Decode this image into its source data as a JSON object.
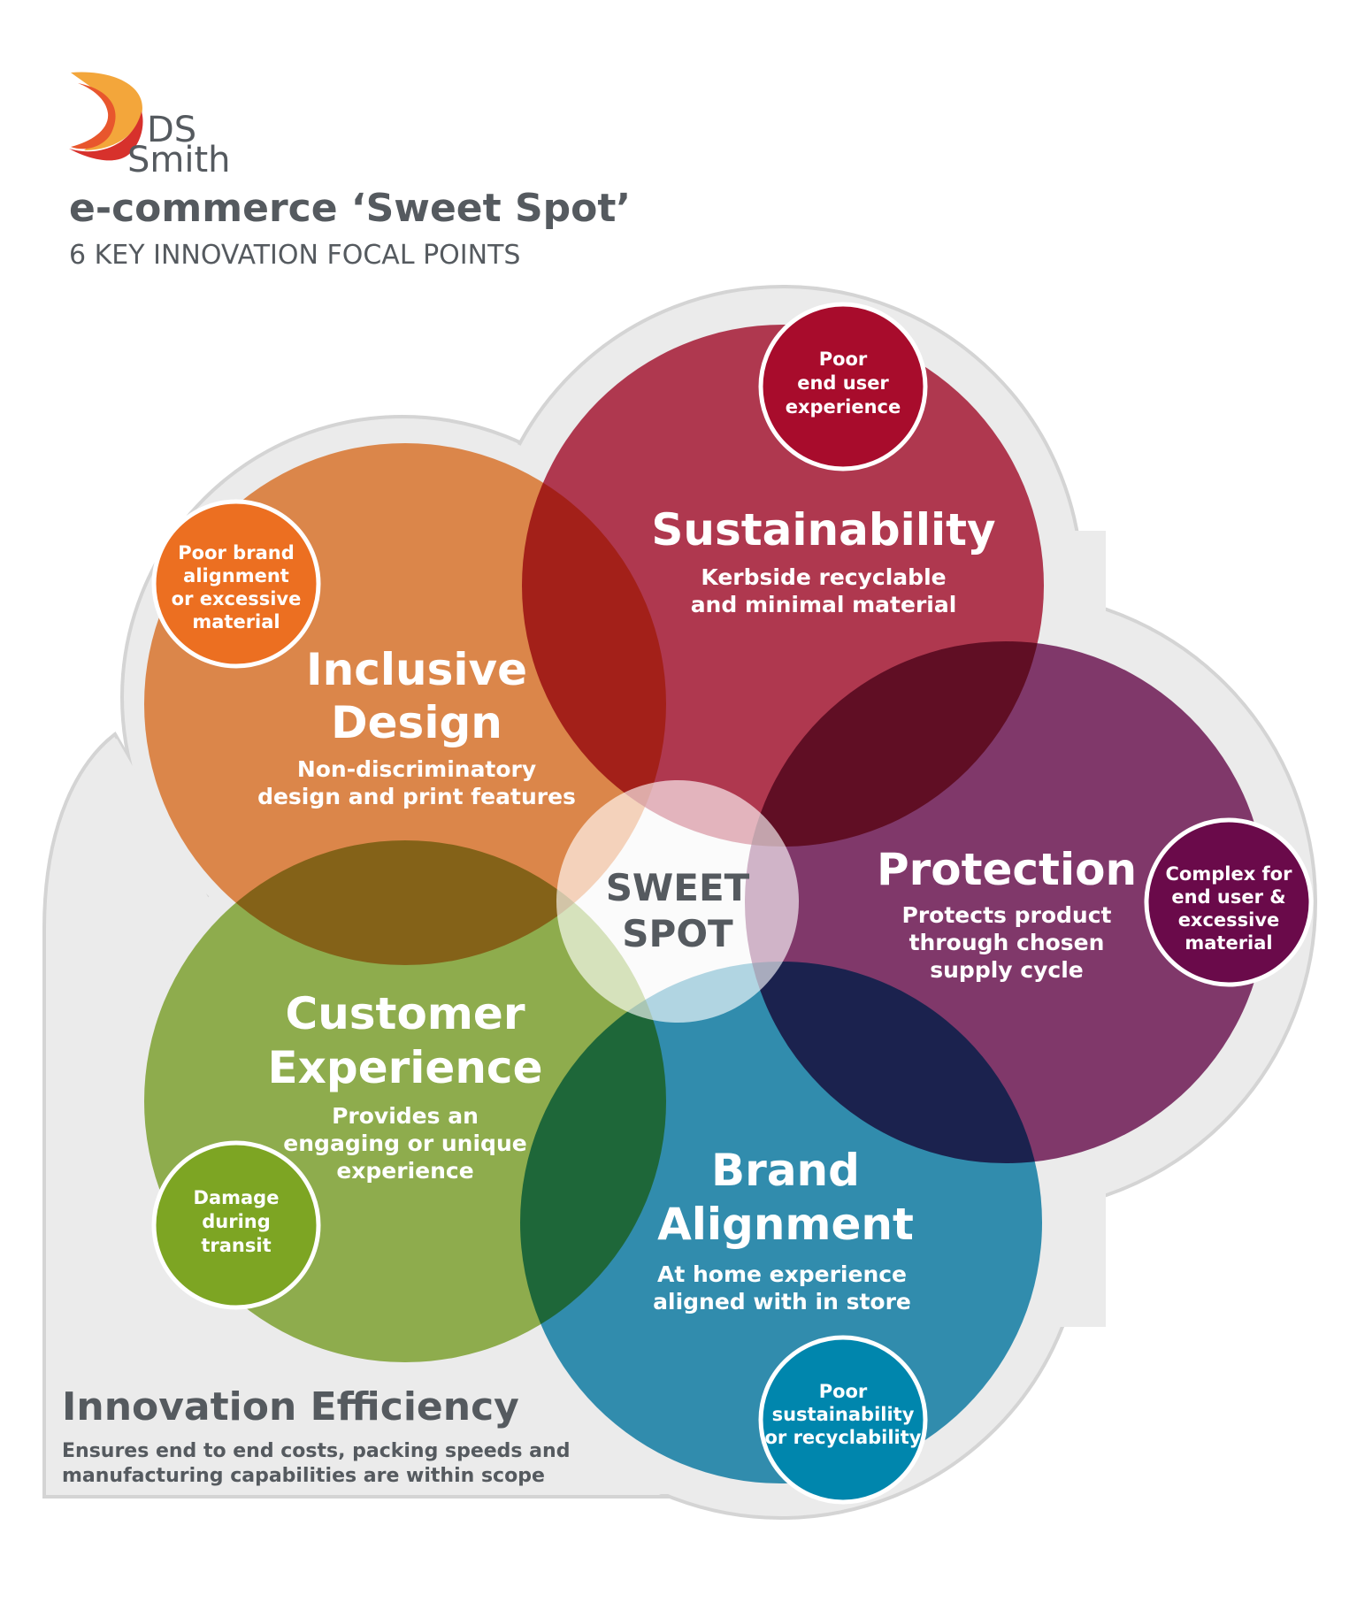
{
  "brand": {
    "name_line1": "DS",
    "name_line2": "Smith",
    "title": "e-commerce ‘Sweet Spot’",
    "subtitle": "6 KEY INNOVATION FOCAL POINTS"
  },
  "colors": {
    "inclusive": "#ec8238",
    "sustainability": "#b5223f",
    "protection": "#7b2260",
    "customer": "#8cb23b",
    "brand_alignment": "#1f8db5",
    "background": "#ebebeb",
    "text_grey": "#555a5f"
  },
  "focal_points": {
    "inclusive": {
      "title1": "Inclusive",
      "title2": "Design",
      "desc1": "Non-discriminatory",
      "desc2": "design and print features",
      "badge": [
        "Poor brand",
        "alignment",
        "or excessive",
        "material"
      ]
    },
    "sustainability": {
      "title1": "Sustainability",
      "desc1": "Kerbside recyclable",
      "desc2": "and minimal material",
      "badge": [
        "Poor",
        "end user",
        "experience"
      ]
    },
    "protection": {
      "title1": "Protection",
      "desc1": "Protects product",
      "desc2": "through chosen",
      "desc3": "supply cycle",
      "badge": [
        "Complex for",
        "end user &",
        "excessive",
        "material"
      ]
    },
    "customer": {
      "title1": "Customer",
      "title2": "Experience",
      "desc1": "Provides an",
      "desc2": "engaging or unique",
      "desc3": "experience",
      "badge": [
        "Damage",
        "during",
        "transit"
      ]
    },
    "brand_alignment": {
      "title1": "Brand",
      "title2": "Alignment",
      "desc1": "At home experience",
      "desc2": "aligned with in store",
      "badge": [
        "Poor",
        "sustainability",
        "or recyclability"
      ]
    }
  },
  "sweet_spot": {
    "line1": "SWEET",
    "line2": "SPOT"
  },
  "efficiency": {
    "title": "Innovation Efficiency",
    "desc1": "Ensures end to end costs, packing speeds and",
    "desc2": "manufacturing capabilities are within scope"
  }
}
